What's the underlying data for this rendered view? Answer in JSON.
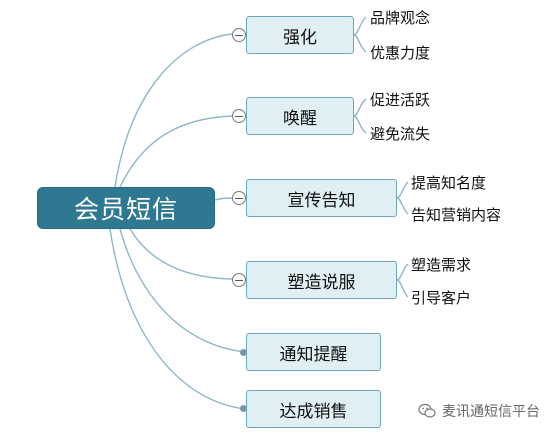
{
  "mindmap": {
    "root": {
      "label": "会员短信"
    },
    "branches": [
      {
        "label": "强化",
        "leaves": [
          "品牌观念",
          "优惠力度"
        ]
      },
      {
        "label": "唤醒",
        "leaves": [
          "促进活跃",
          "避免流失"
        ]
      },
      {
        "label": "宣传告知",
        "leaves": [
          "提高知名度",
          "告知营销内容"
        ]
      },
      {
        "label": "塑造说服",
        "leaves": [
          "塑造需求",
          "引导客户"
        ]
      },
      {
        "label": "通知提醒",
        "leaves": []
      },
      {
        "label": "达成销售",
        "leaves": []
      }
    ]
  },
  "watermark": {
    "text": "麦讯通短信平台",
    "icon": "chat-bubbles-icon"
  },
  "colors": {
    "root_fill": "#2f7892",
    "node_fill": "#dfeff3",
    "node_border": "#6ea7b8",
    "connector": "#8fb7c5"
  }
}
